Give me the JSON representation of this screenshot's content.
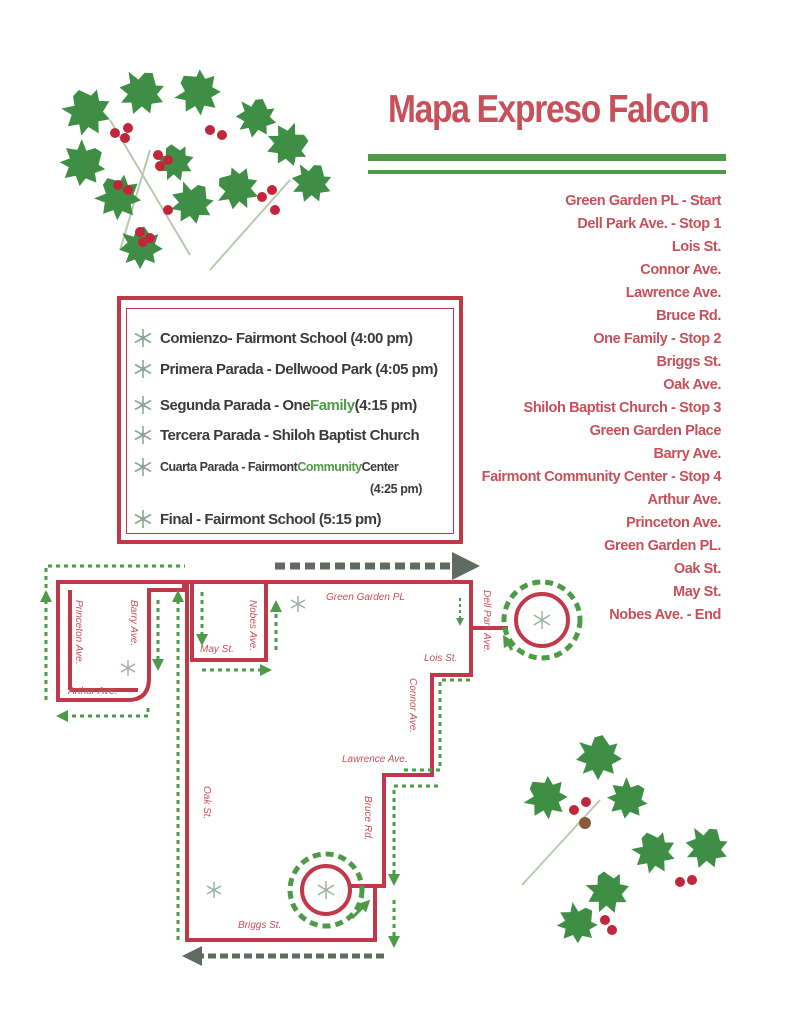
{
  "title": "Mapa Expreso Falcon",
  "route_stops": [
    "Green Garden PL - Start",
    "Dell Park Ave. - Stop 1",
    "Lois St.",
    "Connor Ave.",
    "Lawrence Ave.",
    "Bruce Rd.",
    "One Family - Stop 2",
    "Briggs St.",
    "Oak Ave.",
    "Shiloh Baptist Church - Stop 3",
    "Green Garden Place",
    "Barry Ave.",
    "Fairmont Community Center - Stop 4",
    "Arthur Ave.",
    "Princeton Ave.",
    "Green Garden PL.",
    "Oak St.",
    "May St.",
    "Nobes Ave. - End"
  ],
  "schedule": {
    "item1": "Comienzo- Fairmont School (4:00 pm)",
    "item2": "Primera Parada - Dellwood Park (4:05 pm)",
    "item3_a": "Segunda Parada - One ",
    "item3_b": "Family",
    "item3_c": " (4:15 pm)",
    "item4": "Tercera Parada - Shiloh Baptist Church",
    "item5_a": "Cuarta Parada - Fairmont ",
    "item5_b": "Community",
    "item5_c": " Center",
    "item5_time": "(4:25 pm)",
    "item6": "Final - Fairmont School (5:15 pm)"
  },
  "streets": {
    "princeton": "Princeton Ave.",
    "barry": "Barry Ave.",
    "arthur": "Arthur Ave.",
    "may": "May St.",
    "nobes": "Nobes Ave.",
    "green_garden": "Green Garden PL",
    "dell_park": "Dell Park Ave.",
    "lois": "Lois St.",
    "connor": "Connor Ave.",
    "lawrence": "Lawrence Ave.",
    "oak": "Oak St.",
    "bruce": "Bruce Rd.",
    "briggs": "Briggs St."
  },
  "colors": {
    "title_red": "#c8505a",
    "road_red": "#c0394a",
    "route_green": "#4e9a48",
    "arrow_gray": "#5f6b62",
    "leaf_green": "#3f8e45",
    "berry_red": "#c0273a"
  },
  "icons": {
    "schedule_bullet": "snowflake-icon",
    "decoration": "holly-icon",
    "stop_marker": "roundabout-icon"
  }
}
